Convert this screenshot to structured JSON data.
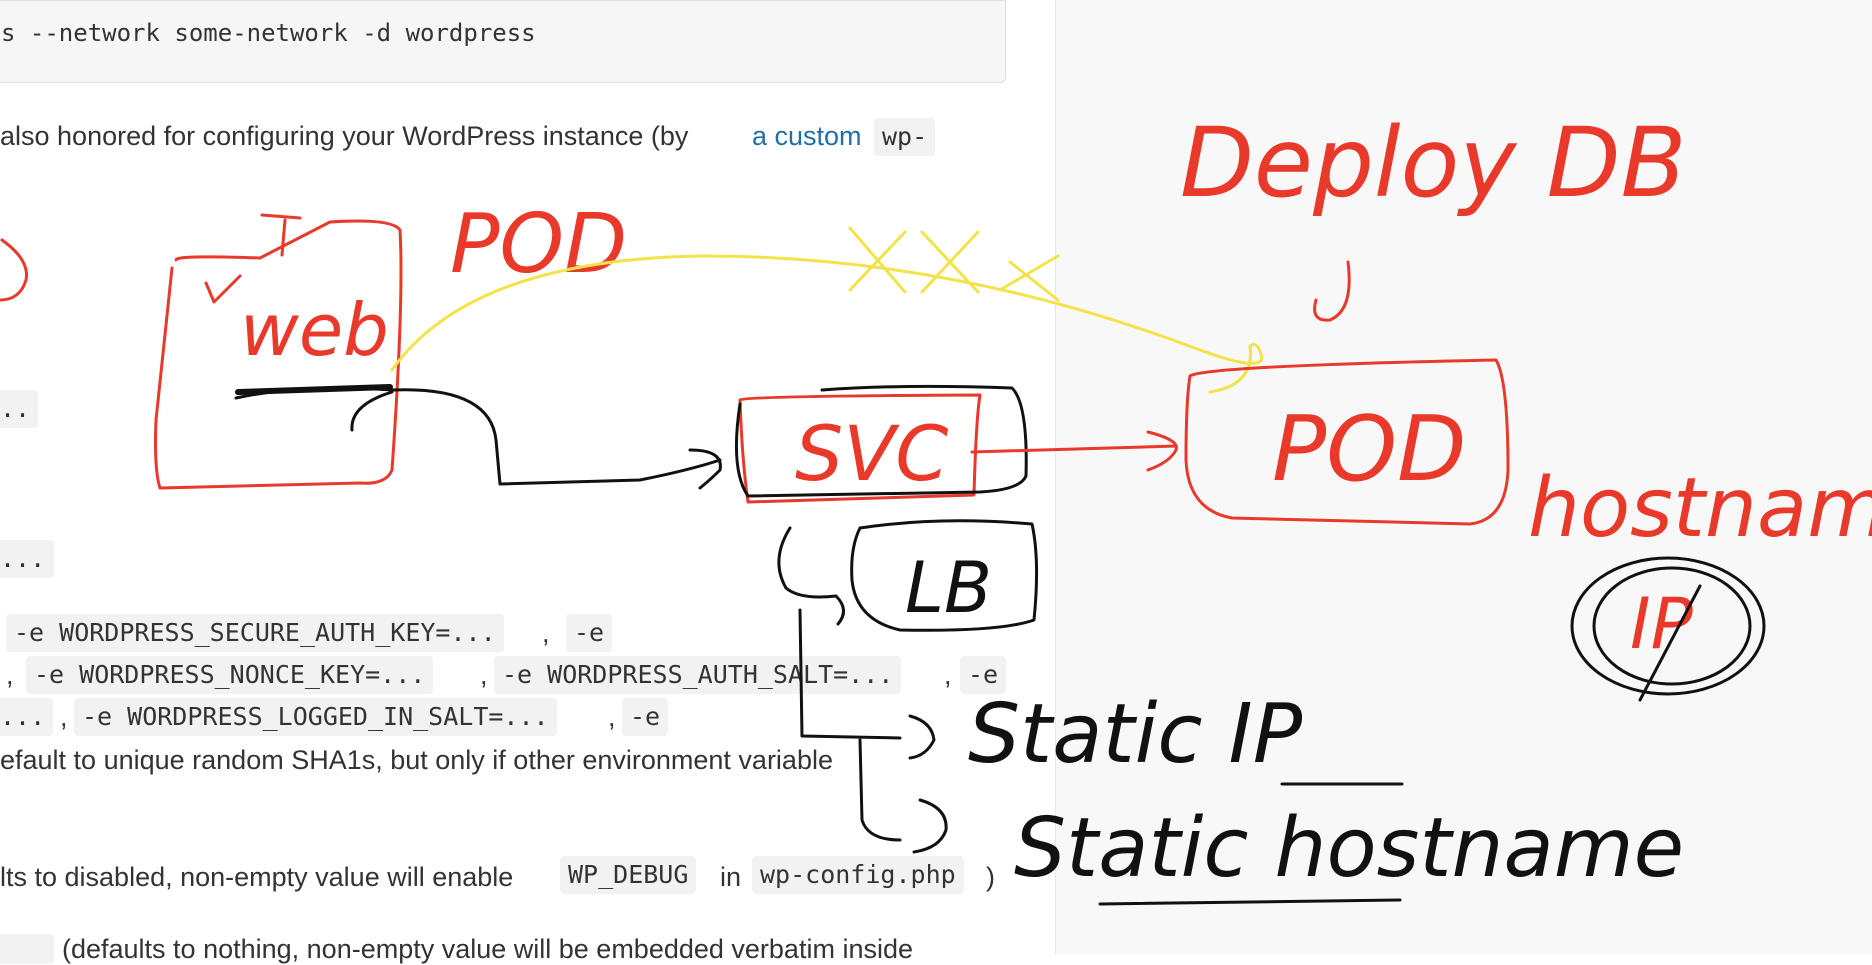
{
  "code_block": {
    "command": "s --network some-network -d wordpress"
  },
  "doc": {
    "env_intro": {
      "before_link": "also honored for configuring your WordPress instance (by",
      "link_text": "a custom",
      "code": "wp-"
    },
    "ellipsis_1": "..",
    "ellipsis_2": "...",
    "keys": {
      "secure_auth_key": "-e WORDPRESS_SECURE_AUTH_KEY=...",
      "e_end_1": "-e",
      "nonce_key": "-e WORDPRESS_NONCE_KEY=...",
      "auth_salt": "-e WORDPRESS_AUTH_SALT=...",
      "e_end_2": "-e",
      "dots": "...",
      "logged_in_salt": "-e WORDPRESS_LOGGED_IN_SALT=...",
      "e_end_3": "-e",
      "comma": ","
    },
    "default_line": "efault to unique random SHA1s, but only if other environment variable",
    "debug_line": {
      "prefix": "lts to disabled, non-empty value will enable",
      "code_debug": "WP_DEBUG",
      "mid": "in",
      "code_config": "wp-config.php",
      "suffix": ")"
    },
    "extra_line": "(defaults to nothing, non-empty value will be embedded verbatim inside"
  },
  "annotations": {
    "web": "web",
    "pod_label": "POD",
    "svc": "SVC",
    "lb": "LB",
    "pod_box": "POD",
    "deploy_db": "Deploy DB",
    "hostname": "hostname",
    "ip": "IP",
    "static_ip": "Static IP",
    "static_hostname": "Static hostname",
    "cross_marks": "XXX"
  },
  "colors": {
    "ink_red": "#e8392a",
    "ink_black": "#111111",
    "ink_yellow": "#f3e34a",
    "link_blue": "#1f6fa8"
  }
}
